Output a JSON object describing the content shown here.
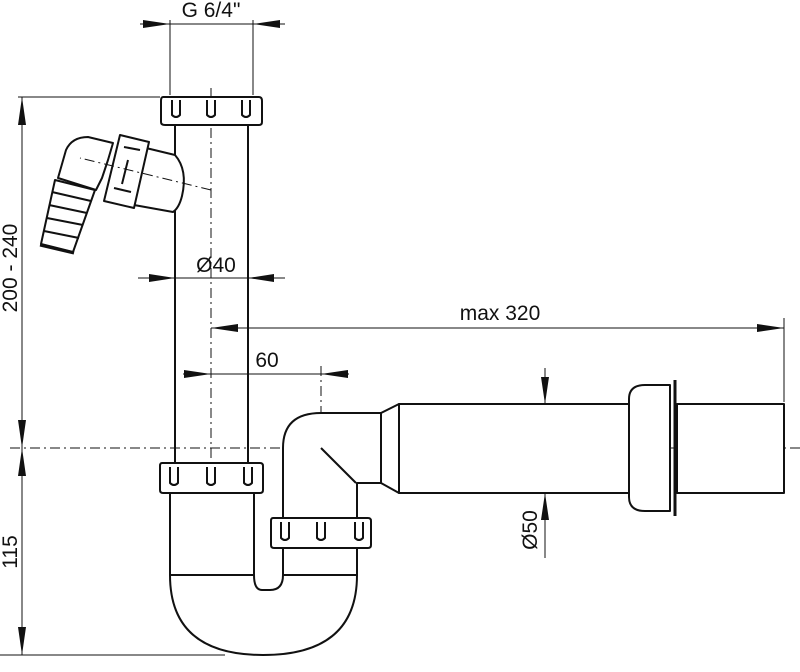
{
  "drawing": {
    "dimensions": {
      "thread": "G 6/4\"",
      "inlet_diameter": "Ø40",
      "height_range": "200 - 240",
      "trap_depth": "115",
      "max_length": "max 320",
      "offset": "60",
      "outlet_diameter": "Ø50"
    }
  }
}
